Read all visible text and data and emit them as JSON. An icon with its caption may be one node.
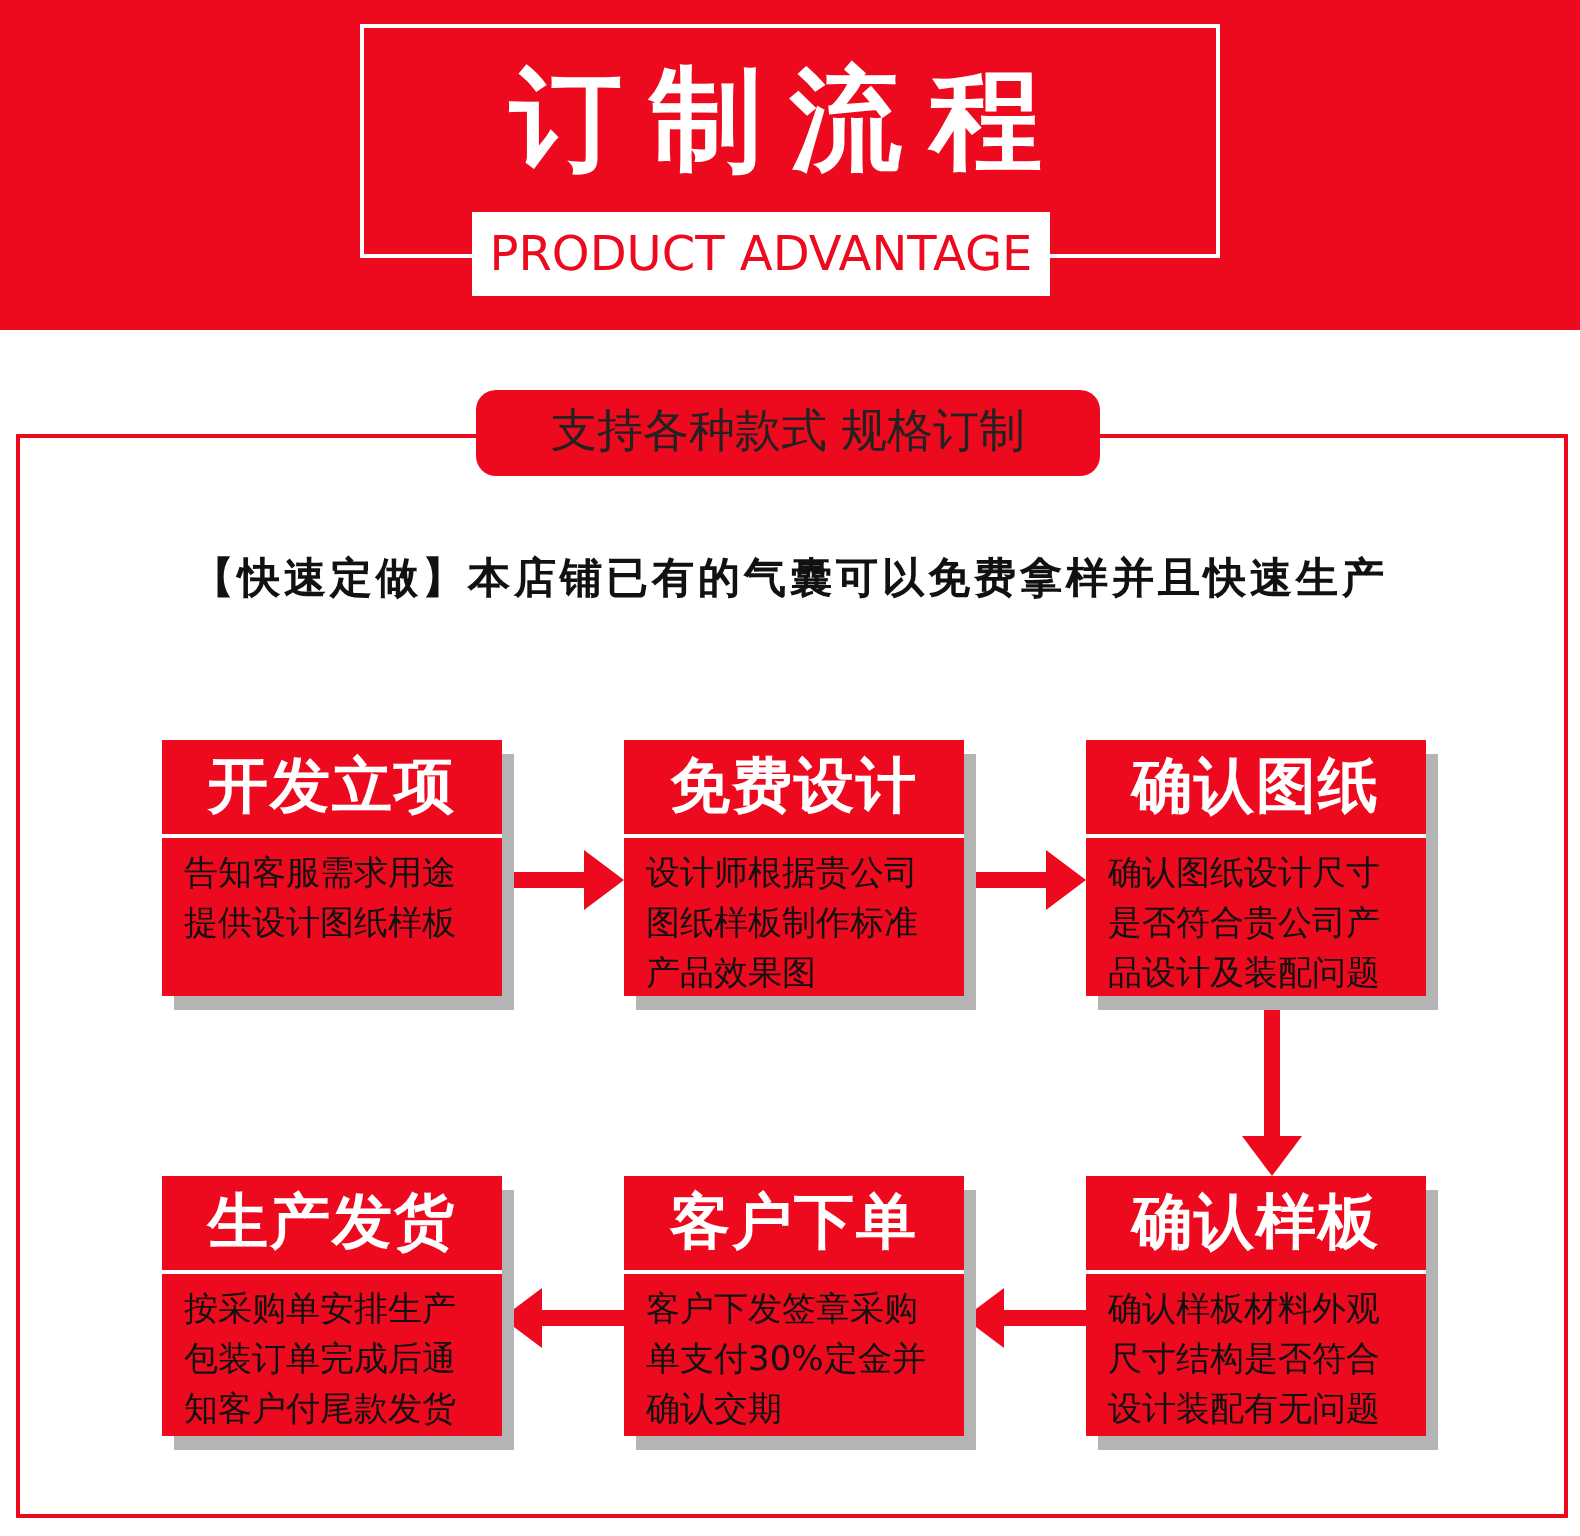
{
  "diagram": {
    "title": "订制流程",
    "nodes": [
      {
        "text": [
          "开发立项",
          "告知客服需求用途提供设计图纸样板"
        ]
      },
      {
        "text": [
          "免费设计",
          "设计师根据贵公司图纸样板制作标准产品效果图"
        ]
      },
      {
        "text": [
          "确认图纸",
          "确认图纸设计尺寸是否符合贵公司产品设计及装配问题"
        ]
      },
      {
        "text": [
          "生产发货",
          "按采购单安排生产包装订单完成后通知客户付尾款发货"
        ]
      },
      {
        "text": [
          "客户下单",
          "客户下发签章采购单支付30%定金并确认交期"
        ]
      },
      {
        "text": [
          "确认样板",
          "确认样板材料外观尺寸结构是否符合设计装配有无问题"
        ]
      }
    ],
    "edges": [
      {
        "from": 0,
        "to": 1,
        "arrow": "to"
      },
      {
        "from": 1,
        "to": 2,
        "arrow": "to"
      },
      {
        "from": 2,
        "to": 5,
        "arrow": "to"
      },
      {
        "from": 5,
        "to": 4,
        "arrow": "to"
      },
      {
        "from": 4,
        "to": 3,
        "arrow": "to"
      }
    ],
    "labels": [
      "PRODUCT ADVANTAGE",
      "支持各种款式 规格订制",
      "【快速定做】本店铺已有的气囊可以免费拿样并且快速生产"
    ]
  }
}
